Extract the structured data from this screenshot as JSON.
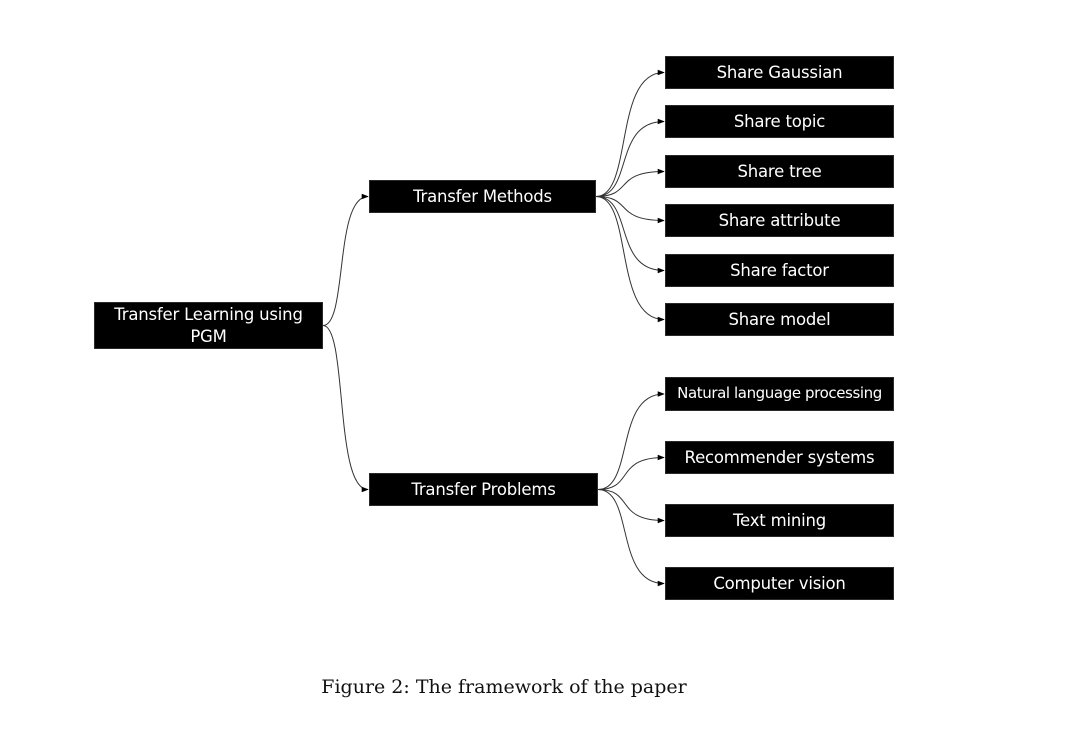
{
  "diagram": {
    "root": {
      "id": "root",
      "label": "Transfer Learning using PGM"
    },
    "branches": [
      {
        "id": "methods",
        "label": "Transfer Methods",
        "children": [
          {
            "id": "gaussian",
            "label": "Share Gaussian"
          },
          {
            "id": "topic",
            "label": "Share topic"
          },
          {
            "id": "tree",
            "label": "Share tree"
          },
          {
            "id": "attribute",
            "label": "Share attribute"
          },
          {
            "id": "factor",
            "label": "Share factor"
          },
          {
            "id": "model",
            "label": "Share model"
          }
        ]
      },
      {
        "id": "problems",
        "label": "Transfer Problems",
        "children": [
          {
            "id": "nlp",
            "label": "Natural language processing"
          },
          {
            "id": "recommender",
            "label": "Recommender systems"
          },
          {
            "id": "textmining",
            "label": "Text mining"
          },
          {
            "id": "vision",
            "label": "Computer vision"
          }
        ]
      }
    ],
    "edges": [
      [
        "root",
        "methods"
      ],
      [
        "root",
        "problems"
      ],
      [
        "methods",
        "gaussian"
      ],
      [
        "methods",
        "topic"
      ],
      [
        "methods",
        "tree"
      ],
      [
        "methods",
        "attribute"
      ],
      [
        "methods",
        "factor"
      ],
      [
        "methods",
        "model"
      ],
      [
        "problems",
        "nlp"
      ],
      [
        "problems",
        "recommender"
      ],
      [
        "problems",
        "textmining"
      ],
      [
        "problems",
        "vision"
      ]
    ]
  },
  "caption": "Figure 2: The framework of the paper"
}
